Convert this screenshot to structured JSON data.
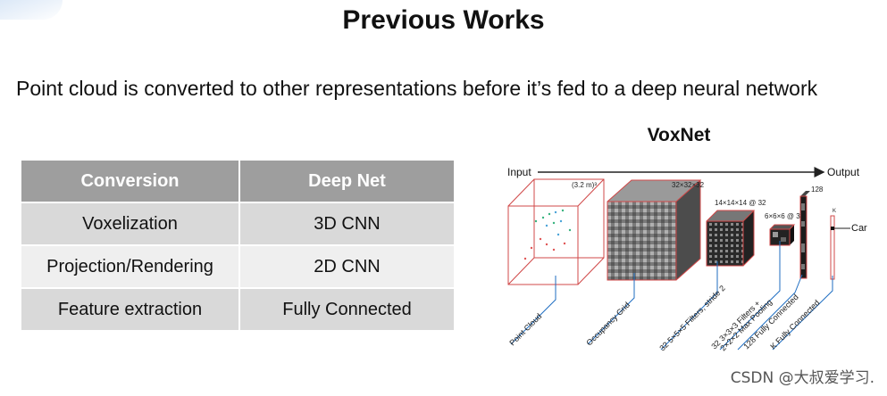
{
  "header": {
    "title": "Previous Works"
  },
  "subtitle": "Point cloud is converted to other representations before it’s fed to a deep neural network",
  "table": {
    "columns": [
      "Conversion",
      "Deep Net"
    ],
    "rows": [
      [
        "Voxelization",
        "3D CNN"
      ],
      [
        "Projection/Rendering",
        "2D CNN"
      ],
      [
        "Feature extraction",
        "Fully Connected"
      ]
    ]
  },
  "voxnet": {
    "title": "VoxNet",
    "input_label": "Input",
    "output_label": "Output",
    "dims": {
      "pointcloud": "(3.2 m)³",
      "grid": "32×32×32",
      "conv1": "14×14×14 @ 32",
      "conv2": "6×6×6 @ 32",
      "fc1": "128",
      "fc2": "K"
    },
    "output_class": "Car",
    "stage_labels": [
      "Point Cloud",
      "Occupancy Grid",
      "32 5×5×5 Filters, stride 2",
      "32 3×3×3 Filters +",
      "2×2×2 Max Pooling",
      "128 Fully Connected",
      "K Fully Connected"
    ]
  },
  "watermark": "CSDN @大叔爱学习."
}
